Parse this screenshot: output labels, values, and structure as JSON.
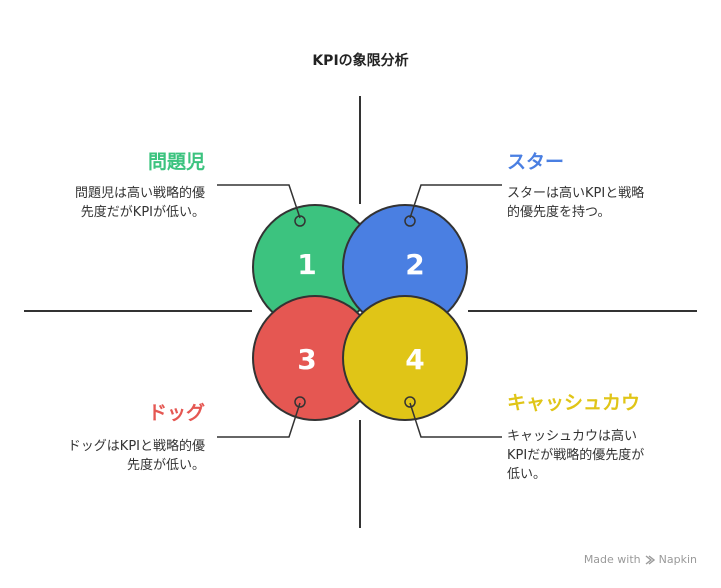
{
  "title": "KPIの象限分析",
  "quadrants": [
    {
      "number": "1",
      "title": "問題児",
      "desc_lines": [
        "問題児は高い戦略的優",
        "先度だがKPIが低い。"
      ],
      "color": "#3cc37f"
    },
    {
      "number": "2",
      "title": "スター",
      "desc_lines": [
        "スターは高いKPIと戦略",
        "的優先度を持つ。"
      ],
      "color": "#4a7fe2"
    },
    {
      "number": "3",
      "title": "ドッグ",
      "desc_lines": [
        "ドッグはKPIと戦略的優",
        "先度が低い。"
      ],
      "color": "#e55752"
    },
    {
      "number": "4",
      "title": "キャッシュカウ",
      "desc_lines": [
        "キャッシュカウは高い",
        "KPIだが戦略的優先度が",
        "低い。"
      ],
      "color": "#e0c517"
    }
  ],
  "footer": {
    "made_with": "Made with",
    "brand": "Napkin",
    "icon": "napkin-logo-icon"
  }
}
